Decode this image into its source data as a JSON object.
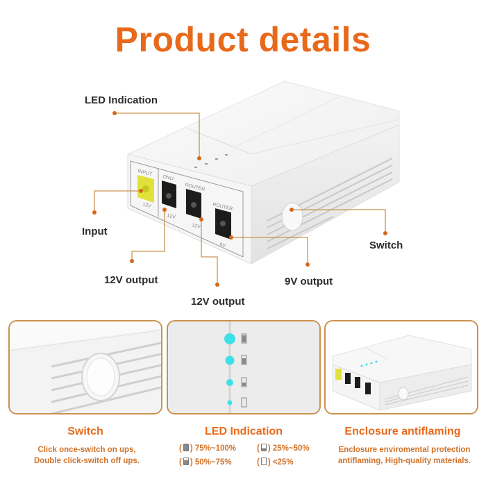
{
  "header": {
    "title": "Product details"
  },
  "colors": {
    "accent": "#e8691a",
    "caption": "#d2732a",
    "leader_line": "#c9924f",
    "dot": "#d2691e",
    "led_cyan": "#3ee0e8",
    "input_port": "#e0e23a"
  },
  "device": {
    "ports": [
      {
        "label": "INPUT",
        "voltage": "12V"
      },
      {
        "label": "ONU",
        "voltage": "12V"
      },
      {
        "label": "ROUTER",
        "voltage": "12V"
      },
      {
        "label": "ROUTER",
        "voltage": "9V"
      }
    ]
  },
  "callouts": {
    "led": "LED Indication",
    "input": "Input",
    "out1": "12V output",
    "out2": "12V output",
    "out3": "9V output",
    "switch": "Switch"
  },
  "features": [
    {
      "title": "Switch",
      "lines": [
        "Click once-switch on ups,",
        "Double click-switch off ups."
      ]
    },
    {
      "title": "LED Indication",
      "legend": [
        {
          "icon": "battery-full-icon",
          "text": "75%~100%"
        },
        {
          "icon": "battery-half-icon",
          "text": "25%~50%"
        },
        {
          "icon": "battery-three-quarter-icon",
          "text": "50%~75%"
        },
        {
          "icon": "battery-empty-icon",
          "text": "<25%"
        }
      ]
    },
    {
      "title": "Enclosure antiflaming",
      "lines": [
        "Enclosure enviromental protection",
        "antiflaming, High-quality materials."
      ]
    }
  ]
}
